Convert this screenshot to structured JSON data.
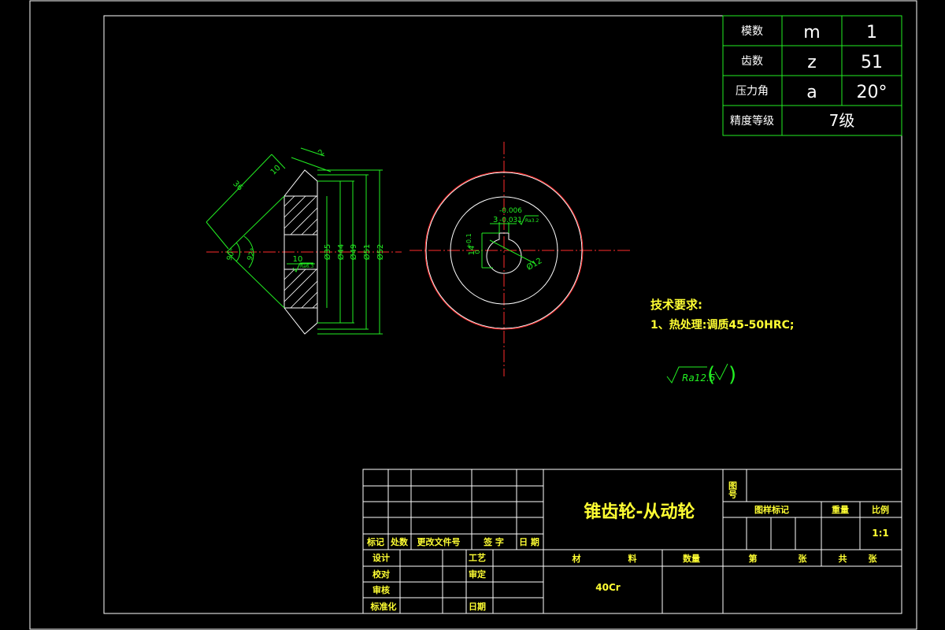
{
  "params": [
    {
      "label": "模数",
      "symbol": "m",
      "value": "1"
    },
    {
      "label": "齿数",
      "symbol": "z",
      "value": "51"
    },
    {
      "label": "压力角",
      "symbol": "a",
      "value": "20°"
    },
    {
      "label": "精度等级",
      "value": "7级"
    }
  ],
  "dims": {
    "d35": "Ø35",
    "d44": "Ø44",
    "d49": "Ø49",
    "d51": "Ø51",
    "d52": "Ø52",
    "len10": "10",
    "len36": "36",
    "len10b": "10",
    "len2": "2",
    "ang1": "90°",
    "ang2": "92°",
    "bore": "Ø12",
    "key_w": "3",
    "key_w_tol_up": "-0.006",
    "key_w_tol_lo": "-0.031",
    "key_h": "14",
    "key_h_tol": "+0.1",
    "key_h_tol_lo": "0",
    "ra_small_bore": "Ra6.3",
    "ra_small_key": "Ra3.2"
  },
  "tech": {
    "heading": "技术要求:",
    "item1": "1、热处理:调质45-50HRC;"
  },
  "roughness": {
    "value": "Ra12.5"
  },
  "title_block": {
    "title": "锥齿轮-从动轮",
    "tuhao": "图号",
    "tuyang": "图样标记",
    "zhongliang": "重量",
    "bili": "比例",
    "scale": "1:1",
    "di": "第",
    "zhang": "张",
    "gong": "共",
    "zhang2": "张",
    "cailiao1": "材",
    "cailiao2": "料",
    "shuliang": "数量",
    "material": "40Cr",
    "rev": {
      "biaoji": "标记",
      "chushu": "处数",
      "gengai": "更改文件号",
      "qianzi": "签 字",
      "riqi": "日 期"
    },
    "sign": {
      "sheji": "设计",
      "gongyi": "工艺",
      "jiaodui": "校对",
      "shending": "审定",
      "shenhe": "审核",
      "biaozhunhua": "标准化",
      "riqi": "日期"
    }
  }
}
